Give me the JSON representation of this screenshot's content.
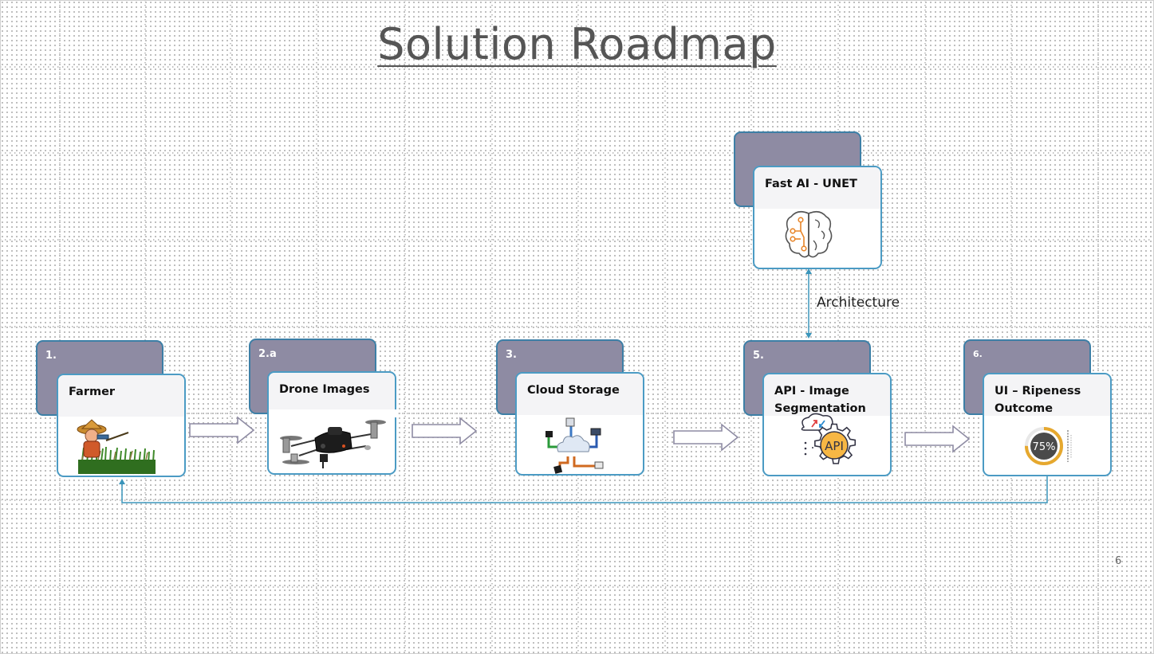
{
  "title": "Solution Roadmap",
  "steps": [
    {
      "number": "1.",
      "label": "Farmer",
      "icon": "farmer-icon"
    },
    {
      "number": "2.a",
      "label": "Drone Images",
      "icon": "drone-icon"
    },
    {
      "number": "3.",
      "label": "Cloud Storage",
      "icon": "cloud-network-icon"
    },
    {
      "number": "5.",
      "label": "API - Image Segmentation",
      "icon": "api-gear-icon"
    },
    {
      "number": "6.",
      "label": "UI – Ripeness Outcome",
      "icon": "gauge-icon"
    }
  ],
  "model": {
    "label": "Fast AI - UNET",
    "icon": "brain-circuit-icon"
  },
  "architecture_label": "Architecture",
  "gauge_value": "75%",
  "page_number": "6",
  "colors": {
    "header": "#8e8ba3",
    "border": "#4b9bc4",
    "arrow": "#8e8ba3",
    "connector": "#3a95bb"
  }
}
